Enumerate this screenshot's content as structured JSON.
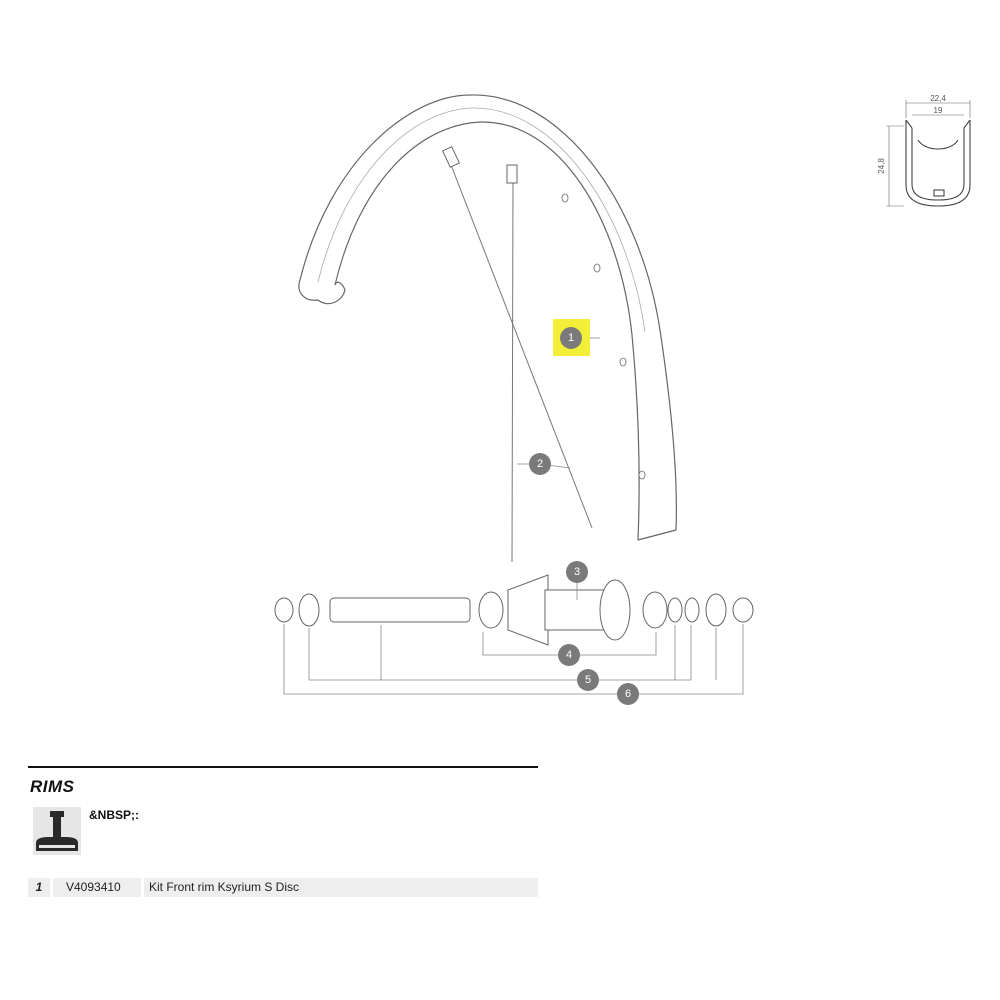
{
  "diagram": {
    "callouts": [
      "1",
      "2",
      "3",
      "4",
      "5",
      "6"
    ],
    "highlight_color": "#f2ee3a",
    "callout_color": "#7a7a7a",
    "profile": {
      "outer_width": "22,4",
      "inner_width": "19",
      "height": "24,8"
    }
  },
  "section": {
    "title": "RIMS",
    "icon": "tube-valve-icon",
    "icon_note": "&NBSP;:"
  },
  "parts": [
    {
      "number": "1",
      "reference": "V4093410",
      "description": "Kit Front rim Ksyrium S Disc"
    }
  ]
}
